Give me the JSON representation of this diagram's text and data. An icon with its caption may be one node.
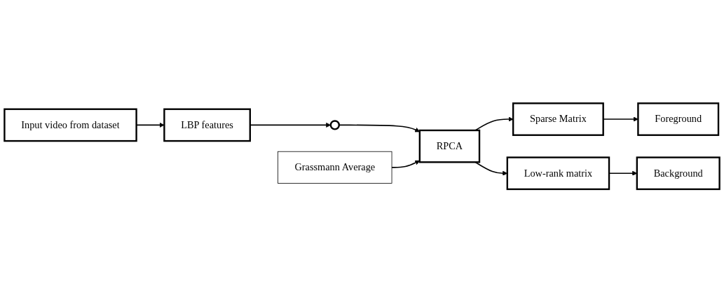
{
  "diagram": {
    "nodes": [
      {
        "text": [
          "Input video from dataset"
        ]
      },
      {
        "text": [
          "LBP features"
        ]
      },
      {
        "text": [],
        "shape": "circle"
      },
      {
        "text": [
          "Sparse Matrix"
        ]
      },
      {
        "text": [
          "Foreground"
        ]
      },
      {
        "text": [
          "RPCA"
        ]
      },
      {
        "text": [
          "Grassmann Average"
        ]
      },
      {
        "text": [
          "Low-rank matrix"
        ]
      },
      {
        "text": [
          "Background"
        ]
      }
    ],
    "edges": [
      {
        "from": 0,
        "to": 1,
        "arrow": "to"
      },
      {
        "from": 1,
        "to": 2,
        "arrow": "to"
      },
      {
        "from": 2,
        "to": 5,
        "arrow": "to"
      },
      {
        "from": 5,
        "to": 3,
        "arrow": "to"
      },
      {
        "from": 3,
        "to": 4,
        "arrow": "to"
      },
      {
        "from": 6,
        "to": 5,
        "arrow": "to"
      },
      {
        "from": 5,
        "to": 7,
        "arrow": "to"
      },
      {
        "from": 7,
        "to": 8,
        "arrow": "to"
      }
    ]
  }
}
